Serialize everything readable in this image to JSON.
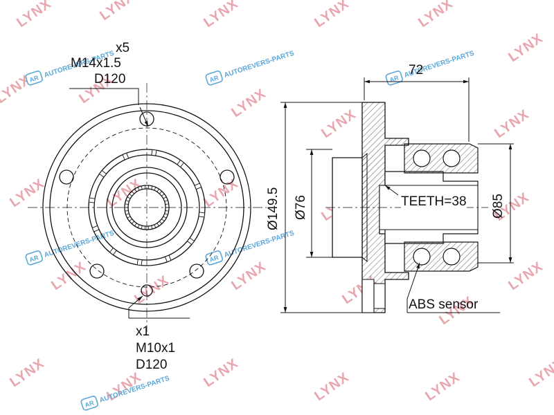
{
  "watermarks": {
    "brand": "LYNX",
    "site": "AUTOREVERS-PARTS",
    "site_badge": "AR",
    "brand_color": "#e8a6ad",
    "site_color": "#5aa7d8"
  },
  "front_view": {
    "bolt_callout": {
      "count": "x5",
      "thread": "M14x1.5",
      "pcd": "D120"
    },
    "screw_callout": {
      "count": "x1",
      "thread": "M10x1",
      "pcd": "D120"
    }
  },
  "section_view": {
    "dim_width": "72",
    "dim_flange_diameter": "Ø149.5",
    "dim_pilot_diameter": "Ø76",
    "dim_bearing_diameter": "Ø85",
    "teeth_label": "TEETH=38",
    "abs_label": "ABS sensor"
  },
  "icons": [
    "brand-watermark-icon",
    "site-watermark-icon"
  ]
}
